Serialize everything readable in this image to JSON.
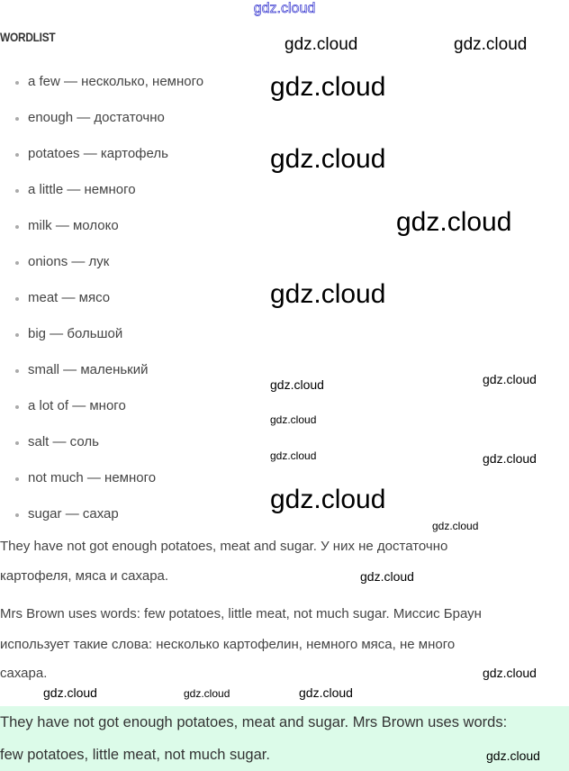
{
  "watermark": "gdz.cloud",
  "heading": "WORDLIST",
  "wordlist": [
    "a few — несколько, немного",
    "enough — достаточно",
    "potatoes — картофель",
    "a little — немного",
    "milk — молоко",
    "onions — лук",
    "meat — мясо",
    "big — большой",
    "small — маленький",
    "a lot of — много",
    "salt — соль",
    "not much — немного",
    "sugar — сахар"
  ],
  "paragraphs": {
    "p1_line1": "They have not got enough potatoes, meat and sugar. У них не достаточно",
    "p1_line2": "картофеля, мяса и сахара.",
    "p2_line1": "Mrs Brown uses words: few potatoes, little meat, not much sugar. Миссис Браун",
    "p2_line2": "использует такие слова: несколько картофелин, немного мяса, не много",
    "p2_line3": "сахара."
  },
  "answer": {
    "line1": "They have not got enough potatoes, meat and sugar. Mrs Brown uses words:",
    "line2": "few potatoes, little meat, not much sugar."
  }
}
